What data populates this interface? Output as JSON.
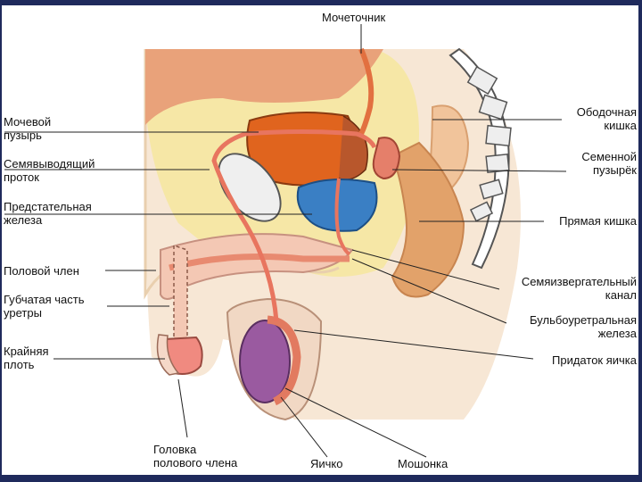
{
  "labels": {
    "ureter": "Мочеточник",
    "bladder_1": "Мочевой",
    "bladder_2": "пузырь",
    "vas_1": "Семявыводящий",
    "vas_2": "проток",
    "prostate_1": "Предстательная",
    "prostate_2": "железа",
    "penis": "Половой член",
    "spongy_1": "Губчатая часть",
    "spongy_2": "уретры",
    "foreskin_1": "Крайняя",
    "foreskin_2": "плоть",
    "glans_1": "Головка",
    "glans_2": "полового члена",
    "testis": "Яичко",
    "scrotum": "Мошонка",
    "colon_1": "Ободочная",
    "colon_2": "кишка",
    "vesicle_1": "Семенной",
    "vesicle_2": "пузырёк",
    "rectum": "Прямая кишка",
    "ejac_1": "Семяизвергательный",
    "ejac_2": "канал",
    "bulbo_1": "Бульбоуретральная",
    "bulbo_2": "железа",
    "epididymis": "Придаток яичка"
  },
  "colors": {
    "frame": "#1f2a5c",
    "skin": "#f7e7d5",
    "fat": "#f6e7a6",
    "bladder": "#e0641e",
    "prostate": "#3a7fc4",
    "duct": "#e8755f",
    "testis": "#9a5aa0",
    "rectum": "#e2a26a"
  }
}
